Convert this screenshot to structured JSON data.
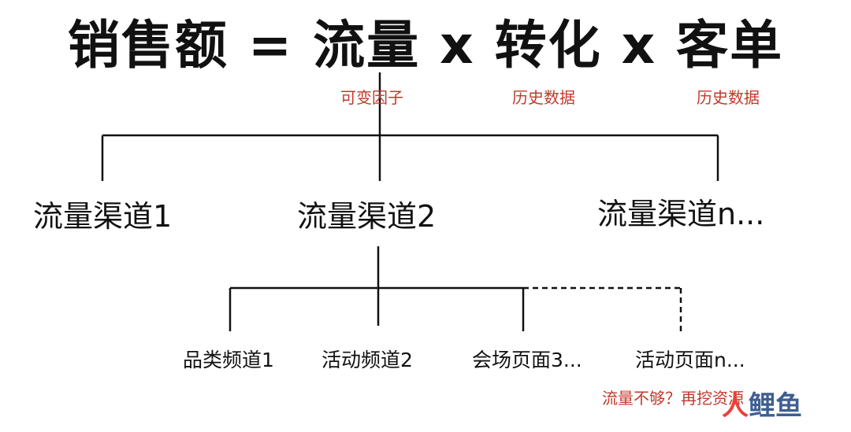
{
  "formula": "销售额 = 流量 x 转化 x 客单",
  "notes": {
    "traffic": "可变因子",
    "conversion": "历史数据",
    "order_value": "历史数据",
    "more_resources": "流量不够？再挖资源"
  },
  "channels": [
    "流量渠道1",
    "流量渠道2",
    "流量渠道n..."
  ],
  "sub_channels": [
    "品类频道1",
    "活动频道2",
    "会场页面3...",
    "活动页面n..."
  ],
  "watermark": {
    "part1": "人",
    "part2": "鲤鱼"
  },
  "colors": {
    "text": "#111111",
    "note": "#c0392b",
    "line": "#111111",
    "watermark_red": "#e8413b",
    "watermark_blue": "#3f5f91"
  }
}
